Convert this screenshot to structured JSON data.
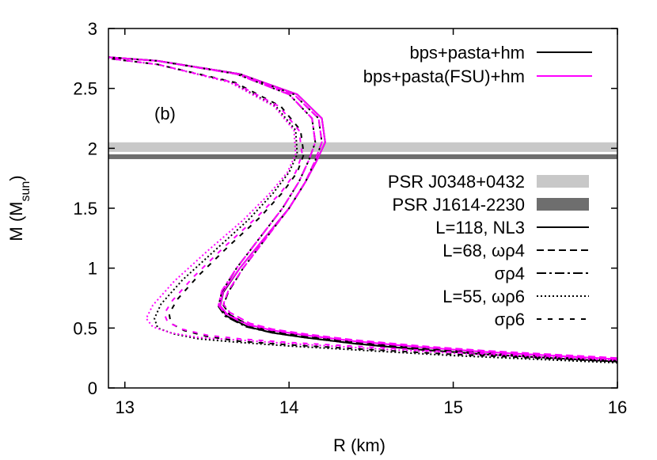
{
  "chart_data": {
    "type": "line",
    "panel_label": "(b)",
    "xlabel": "R (km)",
    "ylabel": "M (M_sun)",
    "ylabel_main": "M (M",
    "ylabel_sub": "sun",
    "ylabel_close": ")",
    "xlim": [
      12.9,
      16.0
    ],
    "ylim": [
      0,
      3
    ],
    "x_ticks": [
      "13",
      "14",
      "15",
      "16"
    ],
    "y_ticks": [
      "0",
      "0.5",
      "1",
      "1.5",
      "2",
      "2.5",
      "3"
    ],
    "grid": false,
    "colors": {
      "hm": "#000000",
      "fsu": "#ff00ff",
      "band_light": "#c8c8c8",
      "band_dark": "#6e6e6e"
    },
    "bands": [
      {
        "name": "PSR J0348+0432",
        "ymin": 1.97,
        "ymax": 2.05,
        "color": "#c8c8c8"
      },
      {
        "name": "PSR J1614-2230",
        "ymin": 1.91,
        "ymax": 1.95,
        "color": "#6e6e6e"
      }
    ],
    "crust_legend": [
      {
        "name": "bps+pasta+hm",
        "color": "#000000"
      },
      {
        "name": "bps+pasta(FSU)+hm",
        "color": "#ff00ff"
      }
    ],
    "model_legend": [
      {
        "name": "L=118, NL3",
        "dash": "solid"
      },
      {
        "name": "L=68, ωρ4",
        "dash": "dashed"
      },
      {
        "name": "σρ4",
        "dash": "dashdot"
      },
      {
        "name": "L=55, ωρ6",
        "dash": "dotted"
      },
      {
        "name": "σρ6",
        "dash": "sparsedash"
      }
    ],
    "series": [
      {
        "group": "stiff",
        "crust": "hm",
        "dash": "solid",
        "x": [
          16.0,
          15.6,
          15.2,
          14.8,
          14.4,
          14.1,
          13.9,
          13.75,
          13.62,
          13.58,
          13.6,
          13.7,
          13.85,
          14.0,
          14.1,
          14.17,
          14.22,
          14.2,
          14.05,
          13.7,
          13.2,
          12.9
        ],
        "y": [
          0.22,
          0.25,
          0.28,
          0.32,
          0.37,
          0.42,
          0.46,
          0.51,
          0.6,
          0.68,
          0.8,
          1.0,
          1.25,
          1.5,
          1.72,
          1.9,
          2.05,
          2.25,
          2.45,
          2.62,
          2.73,
          2.76
        ]
      },
      {
        "group": "stiff",
        "crust": "fsu",
        "dash": "solid",
        "x": [
          16.0,
          15.6,
          15.2,
          14.8,
          14.4,
          14.1,
          13.9,
          13.75,
          13.62,
          13.58,
          13.6,
          13.7,
          13.85,
          14.0,
          14.1,
          14.17,
          14.22,
          14.2,
          14.05,
          13.7,
          13.2,
          12.9
        ],
        "y": [
          0.24,
          0.27,
          0.3,
          0.34,
          0.39,
          0.44,
          0.48,
          0.53,
          0.62,
          0.69,
          0.81,
          1.0,
          1.25,
          1.5,
          1.72,
          1.9,
          2.05,
          2.25,
          2.45,
          2.62,
          2.73,
          2.76
        ]
      },
      {
        "group": "stiff-alt",
        "crust": "hm",
        "dash": "dashed",
        "x": [
          16.0,
          15.6,
          15.2,
          14.8,
          14.4,
          14.1,
          13.9,
          13.76,
          13.64,
          13.6,
          13.63,
          13.72,
          13.86,
          14.0,
          14.1,
          14.16,
          14.2,
          14.18,
          14.03,
          13.7,
          13.2,
          12.9
        ],
        "y": [
          0.23,
          0.26,
          0.29,
          0.33,
          0.38,
          0.43,
          0.47,
          0.52,
          0.61,
          0.69,
          0.8,
          1.0,
          1.25,
          1.5,
          1.72,
          1.9,
          2.05,
          2.25,
          2.45,
          2.62,
          2.73,
          2.76
        ]
      },
      {
        "group": "stiff-alt",
        "crust": "fsu",
        "dash": "dashed",
        "x": [
          16.0,
          15.6,
          15.2,
          14.8,
          14.4,
          14.1,
          13.9,
          13.76,
          13.64,
          13.6,
          13.63,
          13.72,
          13.86,
          14.0,
          14.1,
          14.16,
          14.2,
          14.18,
          14.03,
          13.7,
          13.2,
          12.9
        ],
        "y": [
          0.25,
          0.28,
          0.31,
          0.35,
          0.4,
          0.45,
          0.49,
          0.54,
          0.63,
          0.7,
          0.81,
          1.0,
          1.25,
          1.5,
          1.72,
          1.9,
          2.05,
          2.25,
          2.45,
          2.62,
          2.73,
          2.76
        ]
      },
      {
        "group": "stiff-dd",
        "crust": "hm",
        "dash": "dashdot",
        "x": [
          16.0,
          15.6,
          15.2,
          14.8,
          14.4,
          14.1,
          13.9,
          13.74,
          13.61,
          13.57,
          13.59,
          13.68,
          13.82,
          13.96,
          14.06,
          14.12,
          14.16,
          14.14,
          14.0,
          13.68,
          13.2,
          12.9
        ],
        "y": [
          0.22,
          0.25,
          0.28,
          0.32,
          0.37,
          0.42,
          0.46,
          0.51,
          0.6,
          0.68,
          0.8,
          1.0,
          1.25,
          1.5,
          1.72,
          1.9,
          2.05,
          2.25,
          2.45,
          2.62,
          2.73,
          2.76
        ]
      },
      {
        "group": "stiff-dd",
        "crust": "fsu",
        "dash": "dashdot",
        "x": [
          16.0,
          15.6,
          15.2,
          14.8,
          14.4,
          14.1,
          13.9,
          13.74,
          13.61,
          13.57,
          13.59,
          13.68,
          13.82,
          13.96,
          14.06,
          14.12,
          14.16,
          14.14,
          14.0,
          13.68,
          13.2,
          12.9
        ],
        "y": [
          0.24,
          0.27,
          0.3,
          0.34,
          0.39,
          0.44,
          0.48,
          0.53,
          0.62,
          0.69,
          0.81,
          1.0,
          1.25,
          1.5,
          1.72,
          1.9,
          2.05,
          2.25,
          2.45,
          2.62,
          2.73,
          2.76
        ]
      },
      {
        "group": "soft",
        "crust": "hm",
        "dash": "dotted",
        "x": [
          16.0,
          15.5,
          15.0,
          14.5,
          14.0,
          13.7,
          13.45,
          13.3,
          13.2,
          13.18,
          13.22,
          13.35,
          13.55,
          13.75,
          13.9,
          14.0,
          14.05,
          14.04,
          13.92,
          13.65,
          13.2,
          12.9
        ],
        "y": [
          0.21,
          0.24,
          0.27,
          0.31,
          0.35,
          0.38,
          0.41,
          0.45,
          0.5,
          0.58,
          0.7,
          0.9,
          1.15,
          1.4,
          1.62,
          1.8,
          1.95,
          2.15,
          2.35,
          2.55,
          2.7,
          2.75
        ]
      },
      {
        "group": "soft",
        "crust": "fsu",
        "dash": "dotted",
        "x": [
          16.0,
          15.5,
          15.0,
          14.5,
          14.0,
          13.7,
          13.45,
          13.28,
          13.17,
          13.13,
          13.17,
          13.3,
          13.5,
          13.72,
          13.88,
          13.99,
          14.04,
          14.03,
          13.91,
          13.64,
          13.2,
          12.9
        ],
        "y": [
          0.23,
          0.26,
          0.29,
          0.33,
          0.37,
          0.4,
          0.42,
          0.46,
          0.51,
          0.58,
          0.69,
          0.89,
          1.14,
          1.4,
          1.62,
          1.8,
          1.95,
          2.15,
          2.35,
          2.55,
          2.7,
          2.75
        ]
      },
      {
        "group": "soft-alt",
        "crust": "hm",
        "dash": "sparsedash",
        "x": [
          16.0,
          15.5,
          15.0,
          14.5,
          14.0,
          13.7,
          13.5,
          13.36,
          13.28,
          13.27,
          13.32,
          13.45,
          13.63,
          13.82,
          13.96,
          14.05,
          14.09,
          14.07,
          13.95,
          13.67,
          13.2,
          12.9
        ],
        "y": [
          0.22,
          0.25,
          0.28,
          0.32,
          0.36,
          0.39,
          0.43,
          0.48,
          0.54,
          0.62,
          0.74,
          0.94,
          1.18,
          1.42,
          1.63,
          1.8,
          1.95,
          2.15,
          2.35,
          2.55,
          2.7,
          2.75
        ]
      },
      {
        "group": "soft-alt",
        "crust": "fsu",
        "dash": "sparsedash",
        "x": [
          16.0,
          15.5,
          15.0,
          14.5,
          14.0,
          13.7,
          13.5,
          13.35,
          13.26,
          13.24,
          13.29,
          13.42,
          13.6,
          13.8,
          13.95,
          14.04,
          14.08,
          14.06,
          13.94,
          13.66,
          13.2,
          12.9
        ],
        "y": [
          0.24,
          0.27,
          0.3,
          0.34,
          0.38,
          0.41,
          0.44,
          0.49,
          0.55,
          0.62,
          0.73,
          0.93,
          1.17,
          1.42,
          1.63,
          1.8,
          1.95,
          2.15,
          2.35,
          2.55,
          2.7,
          2.75
        ]
      }
    ]
  }
}
